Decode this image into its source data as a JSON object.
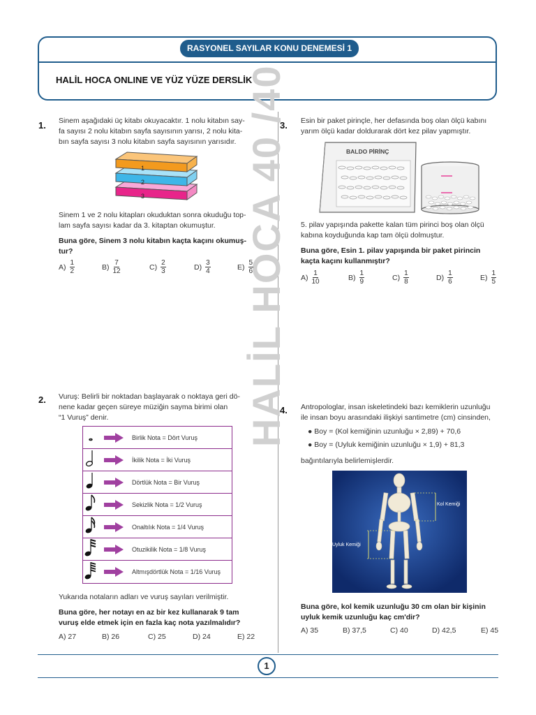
{
  "header": {
    "title": "RASYONEL SAYILAR KONU DENEMESİ 1",
    "subtitle": "HALİL HOCA ONLINE VE YÜZ YÜZE DERSLİK"
  },
  "watermark": "HALİL HOCA 40 /40",
  "colors": {
    "primary": "#1f5c8c",
    "note_border": "#8b2a8b",
    "arrow": "#a040a0"
  },
  "q1": {
    "num": "1.",
    "lines": [
      "Sinem aşağıdaki üç kitabı okuyacaktır. 1 nolu kitabın say-",
      "fa sayısı 2 nolu kitabın sayfa sayısının yarısı, 2 nolu kita-",
      "bın sayfa sayısı 3 nolu kitabın sayfa sayısının yarısıdır."
    ],
    "book_labels": [
      "1",
      "2",
      "3"
    ],
    "lines2": [
      "Sinem 1 ve 2 nolu kitapları okuduktan sonra okuduğu top-",
      "lam sayfa sayısı kadar da 3. kitaptan okumuştur."
    ],
    "question": [
      "Buna göre, Sinem 3 nolu kitabın kaçta kaçını okumuş-",
      "tur?"
    ],
    "options": [
      {
        "label": "A)",
        "n": "1",
        "d": "2"
      },
      {
        "label": "B)",
        "n": "7",
        "d": "12"
      },
      {
        "label": "C)",
        "n": "2",
        "d": "3"
      },
      {
        "label": "D)",
        "n": "3",
        "d": "4"
      },
      {
        "label": "E)",
        "n": "5",
        "d": "6"
      }
    ]
  },
  "q2": {
    "num": "2.",
    "lines": [
      "Vuruş: Belirli bir noktadan başlayarak o noktaya geri dö-",
      "nene kadar geçen süreye müziğin sayma birimi olan",
      "“1 Vuruş” denir."
    ],
    "notes": [
      {
        "icon": "whole-note-icon",
        "glyph": "𝅝",
        "text": "Birlik Nota = Dört Vuruş"
      },
      {
        "icon": "half-note-icon",
        "glyph": "𝅗𝅥",
        "text": "İkilik Nota = İki Vuruş"
      },
      {
        "icon": "quarter-note-icon",
        "glyph": "♩",
        "text": "Dörtlük Nota = Bir Vuruş"
      },
      {
        "icon": "eighth-note-icon",
        "glyph": "♪",
        "text": "Sekizlik Nota = 1/2 Vuruş"
      },
      {
        "icon": "sixteenth-note-icon",
        "glyph": "♬",
        "text": "Onaltılık Nota = 1/4 Vuruş"
      },
      {
        "icon": "thirtysecond-note-icon",
        "glyph": "♬",
        "text": "Otuzikilik Nota = 1/8 Vuruş"
      },
      {
        "icon": "sixtyfourth-note-icon",
        "glyph": "♬",
        "text": "Altmışdörtlük Nota = 1/16 Vuruş"
      }
    ],
    "after": "Yukarıda notaların adları ve vuruş sayıları verilmiştir.",
    "question": [
      "Buna göre, her notayı en az bir kez kullanarak 9 tam",
      "vuruş elde etmek için en fazla kaç nota yazılmalıdır?"
    ],
    "options": [
      "A) 27",
      "B) 26",
      "C) 25",
      "D) 24",
      "E) 22"
    ]
  },
  "q3": {
    "num": "3.",
    "lines": [
      "Esin bir paket pirinçle, her defasında boş olan ölçü kabını",
      "yarım ölçü kadar doldurarak dört kez pilav yapmıştır."
    ],
    "package_label": "BALDO PİRİNÇ",
    "lines2": [
      "5. pilav yapışında pakette kalan tüm pirinci boş olan ölçü",
      "kabına koyduğunda kap tam ölçü dolmuştur."
    ],
    "question": [
      "Buna göre, Esin 1. pilav yapışında bir paket pirincin",
      "kaçta kaçını kullanmıştır?"
    ],
    "options": [
      {
        "label": "A)",
        "n": "1",
        "d": "10"
      },
      {
        "label": "B)",
        "n": "1",
        "d": "9"
      },
      {
        "label": "C)",
        "n": "1",
        "d": "8"
      },
      {
        "label": "D)",
        "n": "1",
        "d": "6"
      },
      {
        "label": "E)",
        "n": "1",
        "d": "5"
      }
    ]
  },
  "q4": {
    "num": "4.",
    "lines": [
      "Antropologlar, insan iskeletindeki bazı kemiklerin uzunluğu",
      "ile insan boyu arasındaki ilişkiyi santimetre (cm) cinsinden,"
    ],
    "bullets": [
      "Boy = (Kol kemiğinin uzunluğu × 2,89) + 70,6",
      "Boy = (Uyluk kemiğinin uzunluğu × 1,9) + 81,3"
    ],
    "after": "bağıntılarıyla belirlemişlerdir.",
    "labels": {
      "kol": "Kol Kemiği",
      "uyluk": "Uyluk Kemiği"
    },
    "question": [
      "Buna göre, kol kemik uzunluğu 30 cm olan bir kişinin",
      "uyluk kemik uzunluğu kaç cm'dir?"
    ],
    "options": [
      "A) 35",
      "B) 37,5",
      "C) 40",
      "D) 42,5",
      "E) 45"
    ]
  },
  "page_number": "1"
}
